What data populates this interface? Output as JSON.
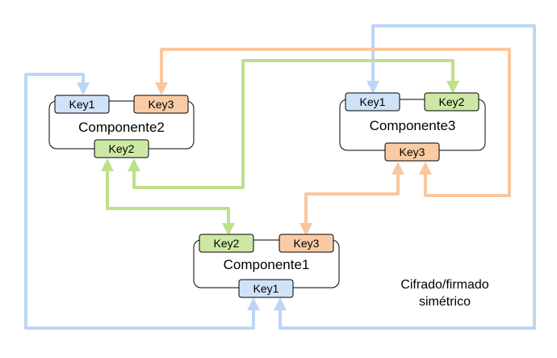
{
  "colors": {
    "blue_key_fill": "#cfe2f8",
    "blue_arrow": "#bcd7f5",
    "green_key_fill": "#cde8a4",
    "green_arrow": "#bfe08a",
    "orange_key_fill": "#f9cba5",
    "orange_arrow": "#f8c79f",
    "outline": "#000000",
    "background": "#ffffff"
  },
  "components": [
    {
      "id": "c2",
      "name": "Componente2",
      "keys": [
        {
          "id": "c2k1",
          "label": "Key1",
          "kind": "blue"
        },
        {
          "id": "c2k3",
          "label": "Key3",
          "kind": "orange"
        },
        {
          "id": "c2k2",
          "label": "Key2",
          "kind": "green"
        }
      ]
    },
    {
      "id": "c3",
      "name": "Componente3",
      "keys": [
        {
          "id": "c3k1",
          "label": "Key1",
          "kind": "blue"
        },
        {
          "id": "c3k2",
          "label": "Key2",
          "kind": "green"
        },
        {
          "id": "c3k3",
          "label": "Key3",
          "kind": "orange"
        }
      ]
    },
    {
      "id": "c1",
      "name": "Componente1",
      "keys": [
        {
          "id": "c1k2",
          "label": "Key2",
          "kind": "green"
        },
        {
          "id": "c1k3",
          "label": "Key3",
          "kind": "orange"
        },
        {
          "id": "c1k1",
          "label": "Key1",
          "kind": "blue"
        }
      ]
    }
  ],
  "connections": [
    {
      "id": "blue-c1-c2",
      "kind": "blue",
      "from": "c1k1",
      "to": "c2k1"
    },
    {
      "id": "blue-c1-c3",
      "kind": "blue",
      "from": "c1k1",
      "to": "c3k1"
    },
    {
      "id": "green-c2-c1",
      "kind": "green",
      "from": "c2k2",
      "to": "c1k2"
    },
    {
      "id": "green-c2-c3",
      "kind": "green",
      "from": "c2k2",
      "to": "c3k2"
    },
    {
      "id": "orange-c3-c1",
      "kind": "orange",
      "from": "c3k3",
      "to": "c1k3"
    },
    {
      "id": "orange-c3-c2",
      "kind": "orange",
      "from": "c3k3",
      "to": "c2k3"
    }
  ],
  "caption": {
    "line1": "Cifrado/firmado",
    "line2": "simétrico"
  }
}
